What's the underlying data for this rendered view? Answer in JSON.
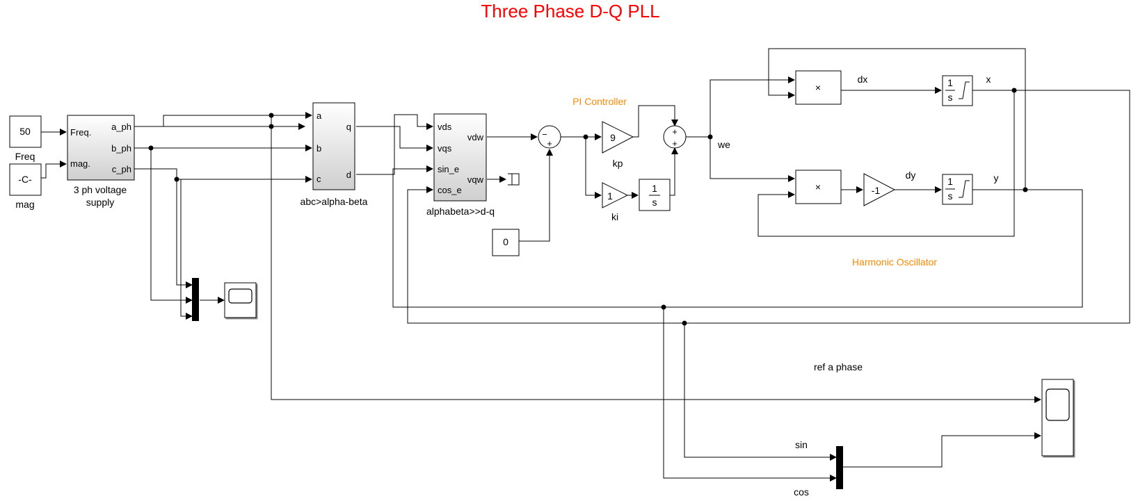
{
  "title": "Three Phase D-Q PLL",
  "annotations": {
    "pi_controller": "PI Controller",
    "harmonic_oscillator": "Harmonic Oscillator",
    "ref_a_phase": "ref a phase"
  },
  "blocks": {
    "freq_const": {
      "value": "50",
      "label": "Freq"
    },
    "mag_const": {
      "value": "-C-",
      "label": "mag"
    },
    "supply": {
      "label_line1": "3 ph voltage",
      "label_line2": "supply",
      "in_ports": [
        "Freq.",
        "mag."
      ],
      "out_ports": [
        "a_ph",
        "b_ph",
        "c_ph"
      ]
    },
    "abc_ab": {
      "label": "abc>alpha-beta",
      "in_ports": [
        "a",
        "b",
        "c"
      ],
      "out_ports": [
        "q",
        "d"
      ]
    },
    "ab_dq": {
      "label": "alphabeta>>d-q",
      "in_ports": [
        "vds",
        "vqs",
        "sin_e",
        "cos_e"
      ],
      "out_ports": [
        "vdw",
        "vqw"
      ]
    },
    "sum1": {
      "signs": [
        "−",
        "+"
      ]
    },
    "zero_const": {
      "value": "0"
    },
    "kp_gain": {
      "value": "9",
      "label": "kp"
    },
    "ki_gain": {
      "value": "1",
      "label": "ki"
    },
    "integrator_pi": {
      "num": "1",
      "den": "s"
    },
    "sum2": {
      "signs": [
        "+",
        "+"
      ]
    },
    "we_label": "we",
    "product_top": {
      "symbol": "×"
    },
    "product_bottom": {
      "symbol": "×"
    },
    "neg_gain": {
      "value": "-1"
    },
    "int_x": {
      "num": "1",
      "den": "s"
    },
    "int_y": {
      "num": "1",
      "den": "s"
    },
    "signal_labels": {
      "dx": "dx",
      "dy": "dy",
      "x": "x",
      "y": "y",
      "sin": "sin",
      "cos": "cos"
    }
  },
  "colors": {
    "title": "#ff0000",
    "annotation": "#ff8800",
    "wire": "#000000"
  }
}
